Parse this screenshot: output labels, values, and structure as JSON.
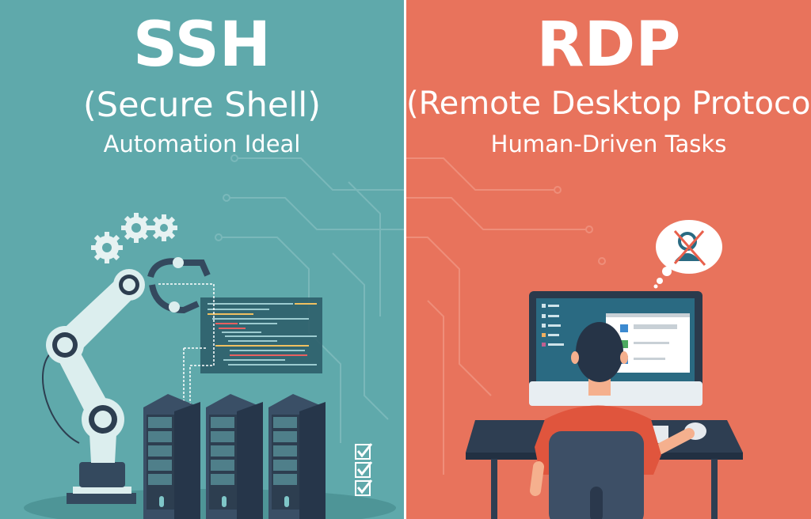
{
  "colors": {
    "ssh_panel": "#5fa9ab",
    "rdp_panel": "#e8735c",
    "divider": "#ffffff",
    "server": "#2d3e50",
    "shirt": "#e0553d"
  },
  "ssh": {
    "title": "SSH",
    "subtitle": "(Secure Shell)",
    "tagline": "Automation Ideal"
  },
  "rdp": {
    "title": "RDP",
    "subtitle": "(Remote Desktop Protocol)",
    "tagline": "Human-Driven Tasks"
  },
  "icons": [
    "gear-icon",
    "robot-arm-icon",
    "server-rack-icon",
    "checkbox-checked-icon",
    "code-terminal-icon",
    "monitor-icon",
    "person-icon",
    "thought-bubble-icon",
    "user-crossed-icon"
  ]
}
